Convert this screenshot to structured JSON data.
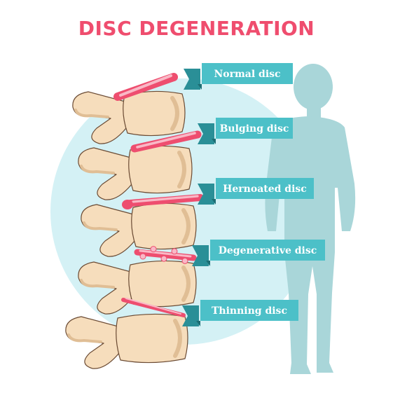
{
  "title": "DISC DEGENERATION",
  "colors": {
    "title": "#ef4d6e",
    "ribbon": "#4cc0c8",
    "ribbon_dark": "#2a8f97",
    "circle": "#d4f1f5",
    "silhouette": "#a9d6d9",
    "bone": "#f6ddbc",
    "bone_shade": "#e0be95",
    "bone_outline": "#6b4b34",
    "disc": "#ee4e6f",
    "disc_light": "#f9b8c6"
  },
  "labels": [
    {
      "id": "normal",
      "text": "Normal disc"
    },
    {
      "id": "bulging",
      "text": "Bulging disc"
    },
    {
      "id": "herniated",
      "text": "Hernoated disc"
    },
    {
      "id": "degenerative",
      "text": "Degenerative disc"
    },
    {
      "id": "thinning",
      "text": "Thinning disc"
    }
  ]
}
